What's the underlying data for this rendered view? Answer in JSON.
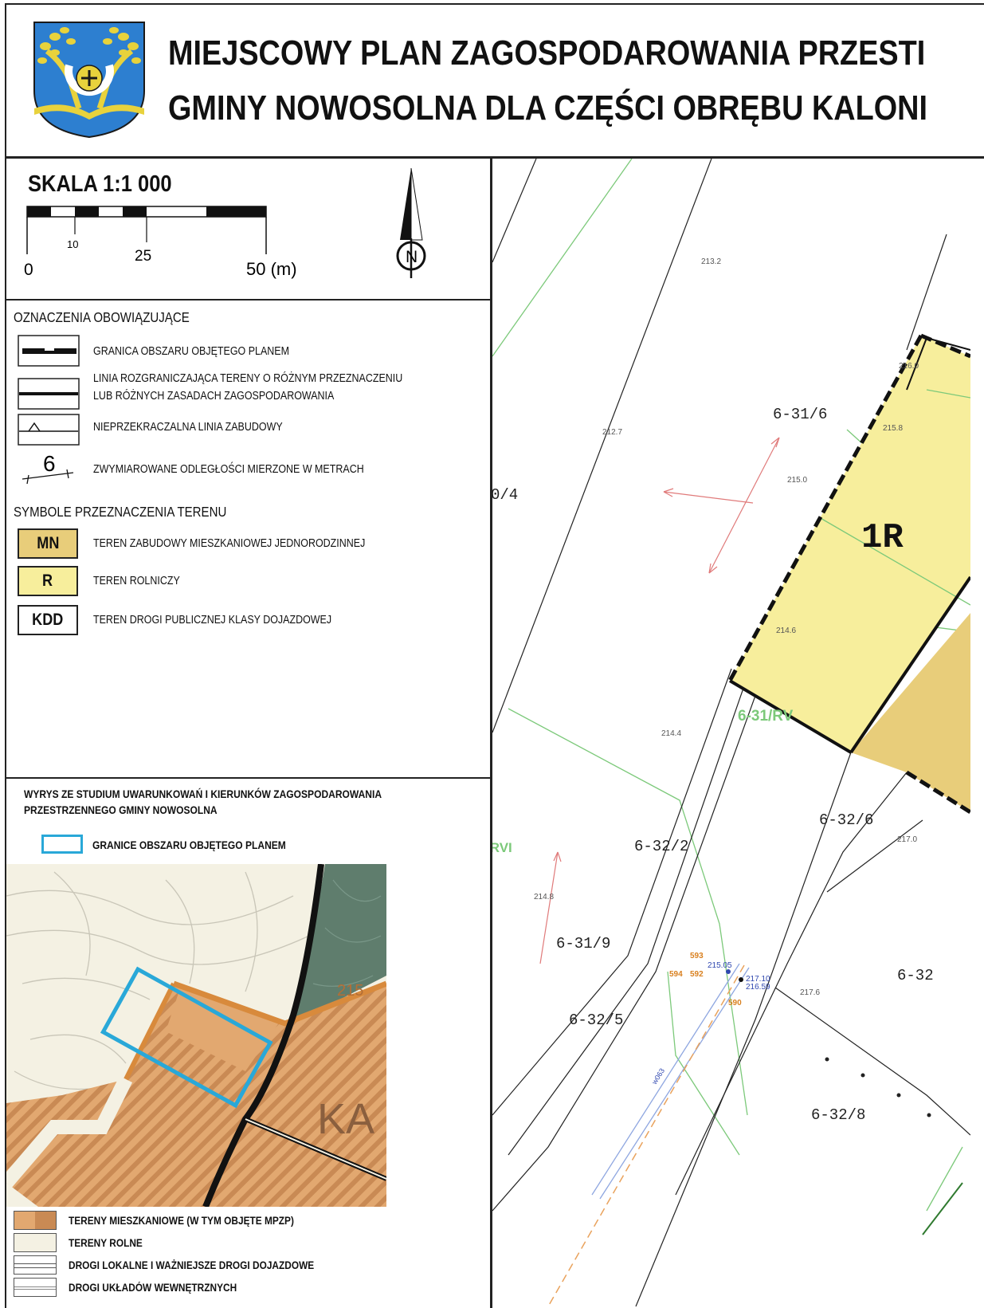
{
  "header": {
    "title_line1": "MIEJSCOWY PLAN ZAGOSPODAROWANIA PRZESTI",
    "title_line2": "GMINY NOWOSOLNA DLA CZĘŚCI OBRĘBU KALONI",
    "crest": "gmina-coat-of-arms-icon"
  },
  "scale": {
    "title": "SKALA 1:1 000",
    "ticks": [
      "0",
      "10",
      "25",
      "50 (m)"
    ],
    "north_symbol": "N"
  },
  "legend": {
    "heading": "OZNACZENIA OBOWIĄZUJĄCE",
    "items": [
      {
        "label": "GRANICA OBSZARU OBJĘTEGO PLANEM"
      },
      {
        "label_line1": "LINIA ROZGRANICZAJĄCA TERENY O RÓŻNYM PRZEZNACZENIU",
        "label_line2": "LUB RÓŻNYCH ZASADACH ZAGOSPODAROWANIA"
      },
      {
        "label": "NIEPRZEKRACZALNA LINIA ZABUDOWY"
      },
      {
        "label": "ZWYMIAROWANE ODLEGŁOŚCI MIERZONE W METRACH",
        "sample": "6"
      }
    ],
    "symbols_heading": "SYMBOLE PRZEZNACZENIA TERENU",
    "symbols": [
      {
        "code": "MN",
        "label": "TEREN ZABUDOWY MIESZKANIOWEJ JEDNORODZINNEJ",
        "color": "#e8cd7a"
      },
      {
        "code": "R",
        "label": "TEREN ROLNICZY",
        "color": "#f7ee9c"
      },
      {
        "code": "KDD",
        "label": "TEREN DROGI PUBLICZNEJ KLASY DOJAZDOWEJ",
        "color": "#ffffff"
      }
    ]
  },
  "study": {
    "heading_line1": "WYRYS ZE STUDIUM UWARUNKOWAŃ I KIERUNKÓW  ZAGOSPODAROWANIA",
    "heading_line2": "PRZESTRZENNEGO GMINY NOWOSOLNA",
    "boundary_label": "GRANICE OBSZARU OBJĘTEGO PLANEM",
    "boundary_color": "#29a8d8",
    "map_labels": [
      "KA",
      "215"
    ],
    "key": [
      {
        "label": "TERENY MIESZKANIOWE (W TYM OBJĘTE MPZP)"
      },
      {
        "label": "TERENY ROLNE"
      },
      {
        "label": "DROGI LOKALNE  I WAŻNIEJSZE DROGI DOJAZDOWE"
      },
      {
        "label": "DROGI UKŁADÓW WEWNĘTRZNYCH"
      }
    ]
  },
  "map": {
    "zone_label": "1R",
    "parcels": [
      "6-31/6",
      "6-31/9",
      "6-32/2",
      "6-32/5",
      "6-32/6",
      "6-32/8",
      "6-32",
      "0/4",
      "6-31/RV",
      "/RVI"
    ],
    "elevations": [
      "213.2",
      "212.7",
      "215.0",
      "215.8",
      "216.0",
      "214.6",
      "214.4",
      "214.8",
      "217.0",
      "217.6",
      "215.05",
      "217.10",
      "216.59"
    ],
    "points": [
      "593",
      "594",
      "592",
      "590"
    ],
    "pipe_label": "w063"
  }
}
